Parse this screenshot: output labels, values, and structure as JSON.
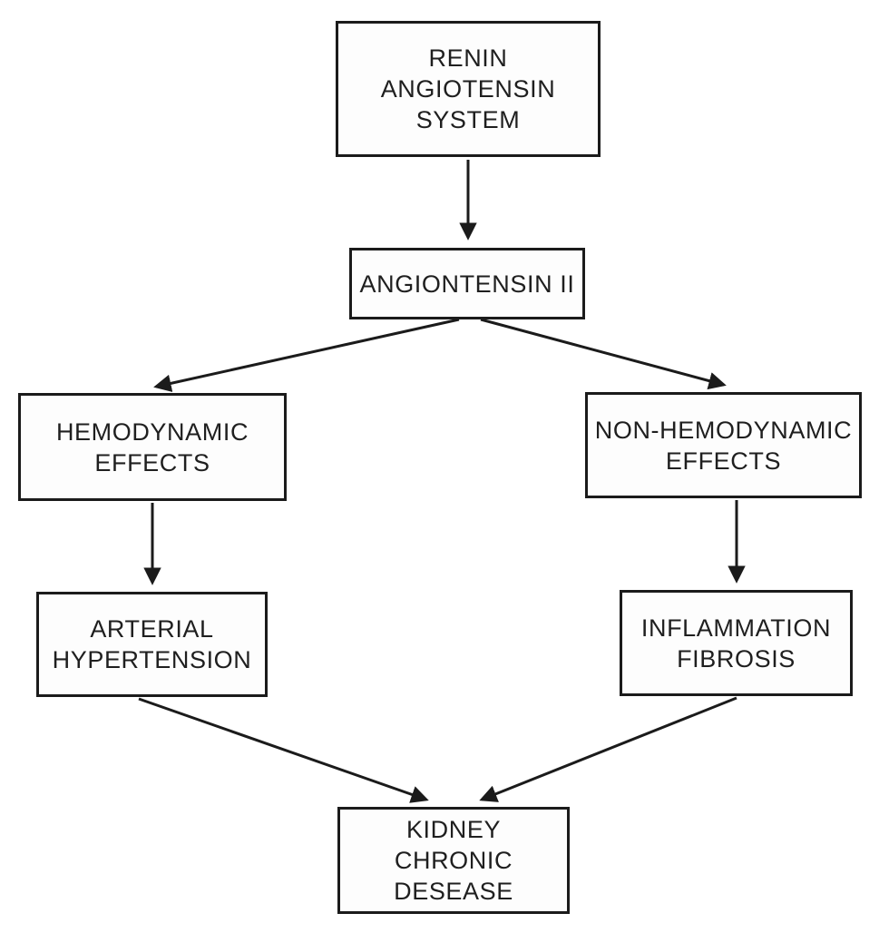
{
  "theme": {
    "bg": "#ffffff",
    "box_bg": "#fdfdfd",
    "line_color": "#1b1b1b",
    "text_color": "#1f1f1f"
  },
  "diagram": {
    "type": "flowchart",
    "nodes": {
      "ras": {
        "lines": [
          "RENIN",
          "ANGIOTENSIN",
          "SYSTEM"
        ]
      },
      "ang2": {
        "lines": [
          "ANGIONTENSIN II"
        ]
      },
      "hemo": {
        "lines": [
          "HEMODYNAMIC",
          "EFFECTS"
        ]
      },
      "nonhemo": {
        "lines": [
          "NON-HEMODYNAMIC",
          "EFFECTS"
        ]
      },
      "arthyp": {
        "lines": [
          "ARTERIAL",
          "HYPERTENSION"
        ]
      },
      "inflam": {
        "lines": [
          "INFLAMMATION",
          "FIBROSIS"
        ]
      },
      "kidney": {
        "lines": [
          "KIDNEY",
          "CHRONIC",
          "DESEASE"
        ]
      }
    },
    "edges": [
      {
        "from": "ras",
        "to": "ang2"
      },
      {
        "from": "ang2",
        "to": "hemo"
      },
      {
        "from": "ang2",
        "to": "nonhemo"
      },
      {
        "from": "hemo",
        "to": "arthyp"
      },
      {
        "from": "nonhemo",
        "to": "inflam"
      },
      {
        "from": "arthyp",
        "to": "kidney"
      },
      {
        "from": "inflam",
        "to": "kidney"
      }
    ]
  }
}
